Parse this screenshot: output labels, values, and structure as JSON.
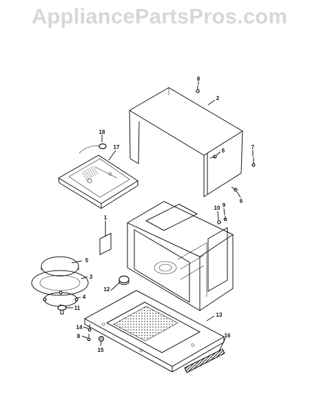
{
  "watermark": {
    "text": "AppliancePartsPros.com"
  },
  "callouts": [
    "8",
    "2",
    "18",
    "17",
    "6",
    "7",
    "6",
    "10",
    "9",
    "1",
    "5",
    "3",
    "12",
    "4",
    "11",
    "13",
    "14",
    "8",
    "15",
    "16"
  ]
}
